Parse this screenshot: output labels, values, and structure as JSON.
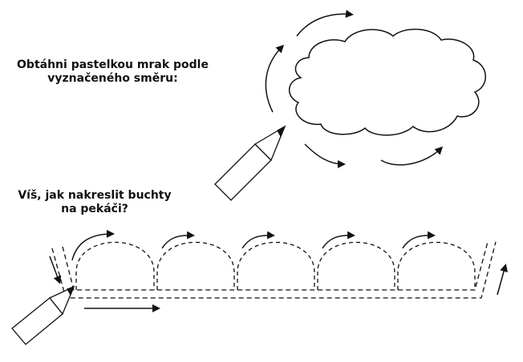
{
  "instructions": {
    "cloud_line1": "Obtáhni pastelkou mrak podle",
    "cloud_line2": "vyznačeného směru:",
    "buns_line1": "Víš, jak nakreslit buchty",
    "buns_line2": "na pekáči?"
  },
  "colors": {
    "ink": "#111111",
    "background": "#ffffff"
  }
}
